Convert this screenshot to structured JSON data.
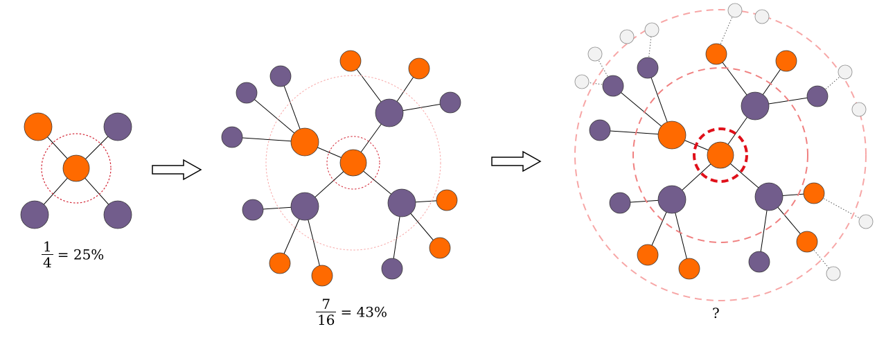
{
  "colors": {
    "orange": "#ff6a00",
    "purple": "#725d8c",
    "empty": "#f2f2f2",
    "ring_light": "#f7a6a6",
    "ring_mid": "#f08080",
    "ring_center": "#e0101a"
  },
  "panels": [
    {
      "id": "panel-1",
      "fraction": {
        "numerator": "1",
        "denominator": "4",
        "rhs": "= 25%"
      }
    },
    {
      "id": "panel-2",
      "fraction": {
        "numerator": "7",
        "denominator": "16",
        "rhs": "= 43%"
      }
    },
    {
      "id": "panel-3",
      "question": "?"
    }
  ],
  "arrows": [
    "arrow-right-icon",
    "arrow-right-icon"
  ]
}
